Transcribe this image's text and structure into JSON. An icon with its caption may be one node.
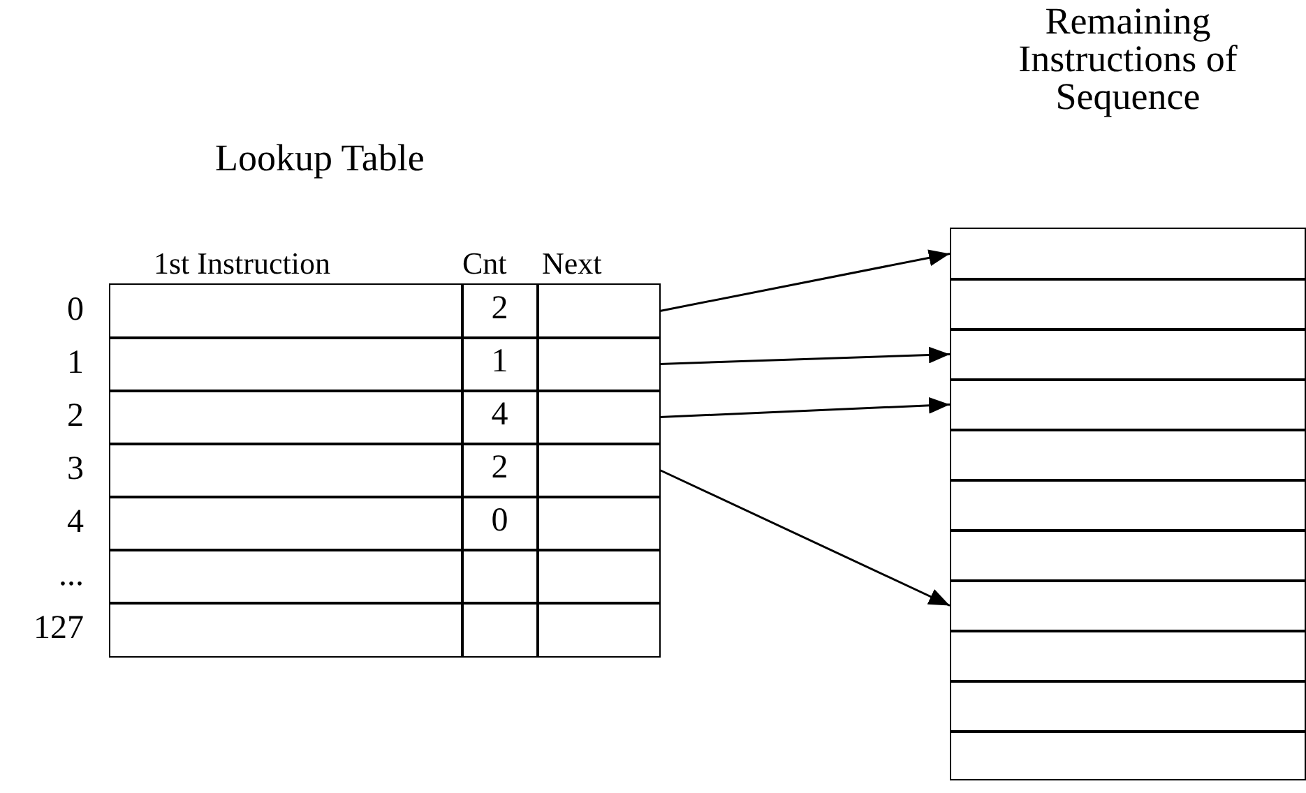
{
  "diagram": {
    "nodes": [
      {
        "text": [
          "Lookup Table"
        ]
      },
      {
        "text": [],
        "shape": "box",
        "in": 0
      },
      {
        "text": [],
        "shape": "box",
        "in": 0
      },
      {
        "text": [],
        "shape": "box",
        "in": 0
      },
      {
        "text": [],
        "shape": "box",
        "in": 0
      },
      {
        "text": [
          "Remaining Instructions of Sequence"
        ]
      },
      {
        "text": [],
        "shape": "box",
        "in": 5
      },
      {
        "text": [],
        "shape": "box",
        "in": 5
      },
      {
        "text": [],
        "shape": "box",
        "in": 5
      },
      {
        "text": [],
        "shape": "box",
        "in": 5
      },
      {
        "text": [],
        "shape": "box",
        "in": 5
      },
      {
        "text": [],
        "shape": "box",
        "in": 5
      },
      {
        "text": [],
        "shape": "box",
        "in": 5
      },
      {
        "text": [],
        "shape": "box",
        "in": 5
      },
      {
        "text": [],
        "shape": "box",
        "in": 5
      },
      {
        "text": [],
        "shape": "box",
        "in": 5
      },
      {
        "text": [],
        "shape": "box",
        "in": 5
      }
    ],
    "edges": [
      {
        "from": 1,
        "to": 6,
        "arrow": "to"
      },
      {
        "from": 2,
        "to": 8,
        "arrow": "to"
      },
      {
        "from": 3,
        "to": 9,
        "arrow": "to"
      },
      {
        "from": 4,
        "to": 13,
        "arrow": "to"
      }
    ],
    "labels": [
      "1st Instruction",
      "Cnt",
      "Next",
      "0",
      "2",
      "1",
      "1",
      "2",
      "4",
      "3",
      "2",
      "4",
      "0",
      "...",
      "127"
    ]
  }
}
